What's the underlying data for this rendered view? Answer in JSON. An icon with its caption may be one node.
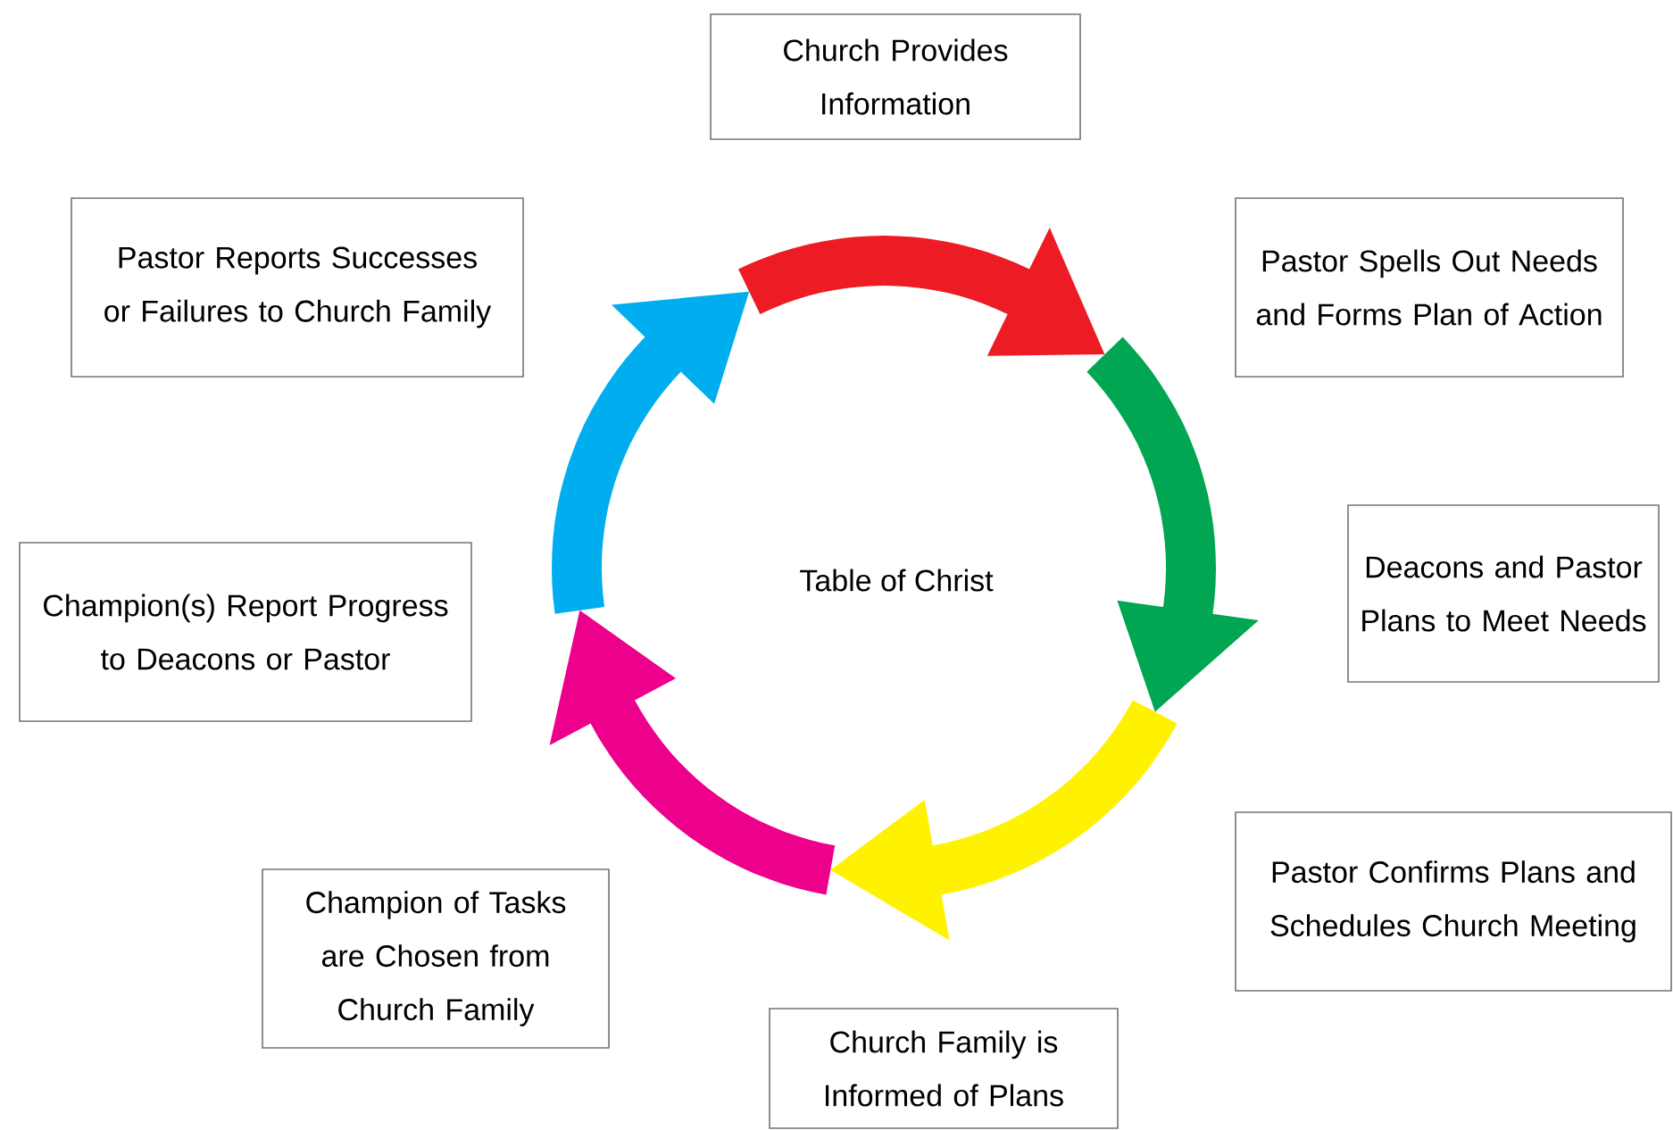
{
  "diagram": {
    "nodes": [
      {
        "text": [
          "Church Provides Information"
        ]
      },
      {
        "text": [
          "Pastor Spells Out Needs and Forms Plan of Action"
        ]
      },
      {
        "text": [
          "Deacons and Pastor Plans to Meet Needs"
        ]
      },
      {
        "text": [
          "Pastor Confirms Plans and Schedules Church Meeting"
        ]
      },
      {
        "text": [
          "Church Family is Informed of Plans"
        ]
      },
      {
        "text": [
          "Champion of Tasks are Chosen from Church Family"
        ]
      },
      {
        "text": [
          "Champion(s) Report Progress to Deacons or Pastor"
        ]
      },
      {
        "text": [
          "Pastor Reports Successes or Failures to Church Family"
        ]
      }
    ],
    "labels": [
      "Table of Christ"
    ]
  }
}
